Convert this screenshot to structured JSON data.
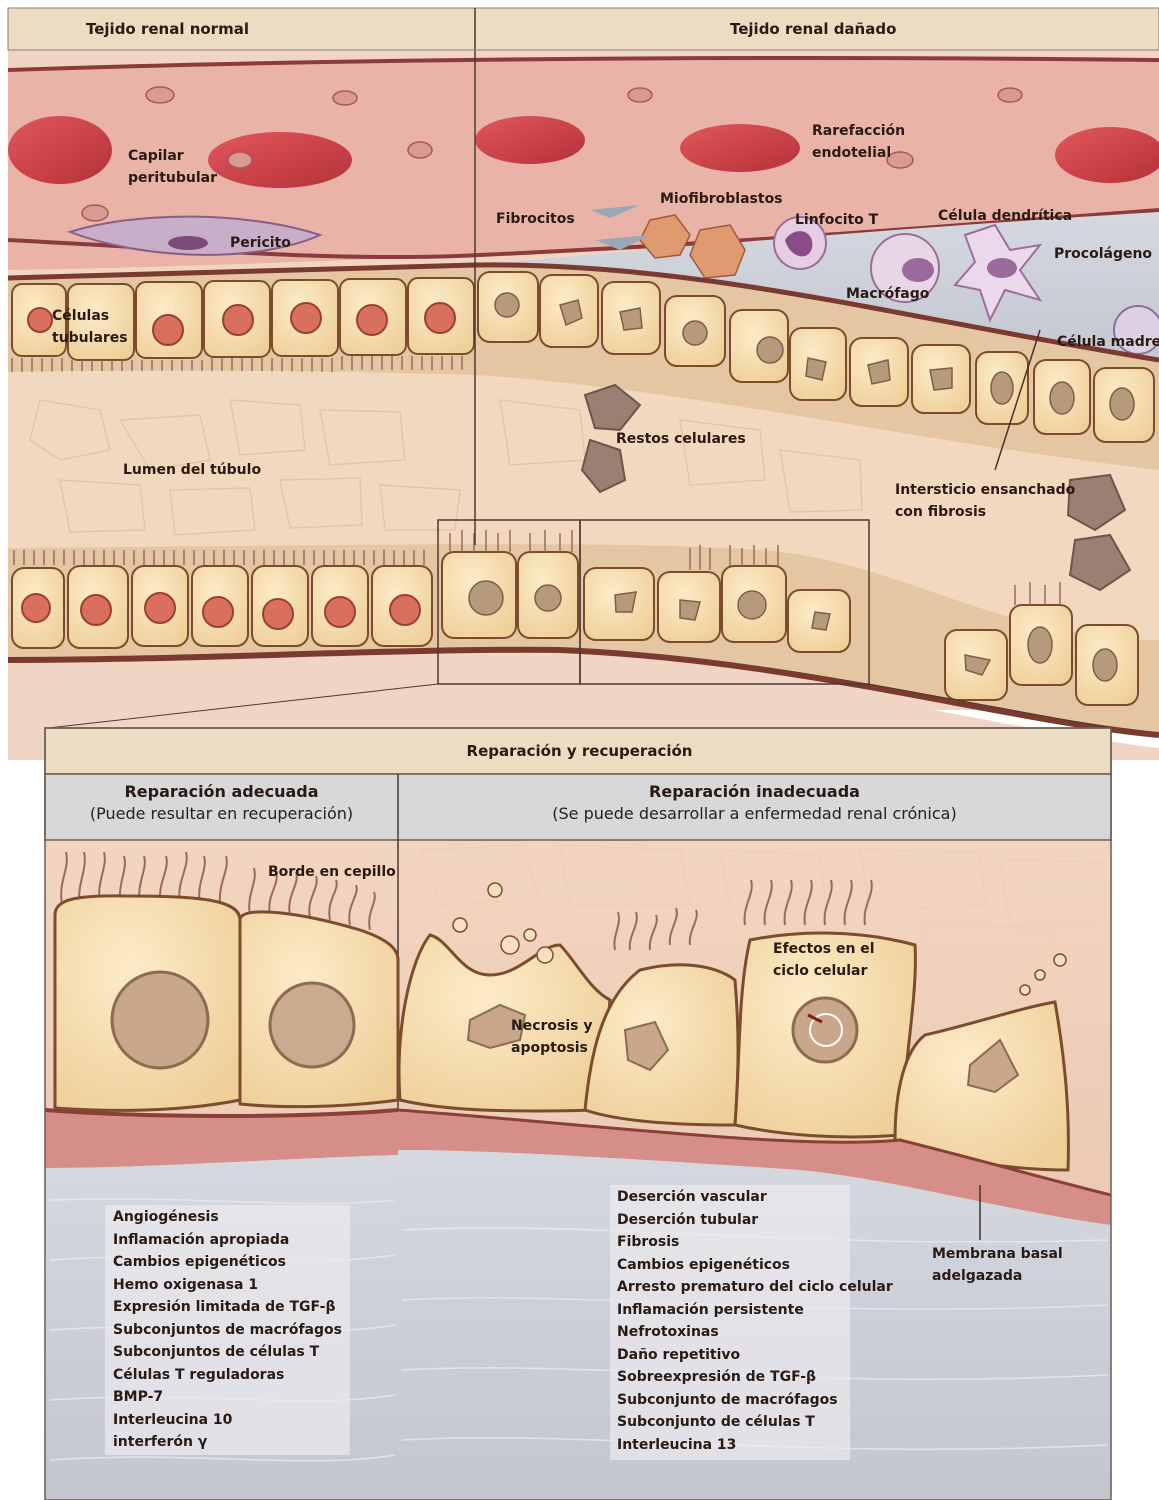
{
  "top": {
    "normal_title": "Tejido renal normal",
    "damaged_title": "Tejido renal dañado"
  },
  "labels": {
    "capilar": "Capilar\nperitubular",
    "pericito": "Pericito",
    "celulas_tubulares": "Células\ntubulares",
    "lumen": "Lumen del túbulo",
    "rarefaccion": "Rarefacción\nendotelial",
    "miofibroblastos": "Miofibroblastos",
    "fibrocitos": "Fibrocitos",
    "linfocito": "Linfocito T",
    "dendritica": "Célula dendrítica",
    "procolageno": "Procolágeno",
    "macrofago": "Macrófago",
    "celula_madre": "Célula madre",
    "restos": "Restos celulares",
    "intersticio": "Intersticio ensanchado\ncon fibrosis",
    "borde": "Borde en cepillo",
    "necrosis": "Necrosis y\napoptosis",
    "efectos": "Efectos en el\nciclo celular",
    "membrana": "Membrana basal\nadelgazada"
  },
  "repair": {
    "title": "Reparación y recuperación",
    "adequate_title": "Reparación adecuada",
    "adequate_sub": "(Puede resultar en recuperación)",
    "inadequate_title": "Reparación inadecuada",
    "inadequate_sub": "(Se puede desarrollar a enfermedad renal crónica)",
    "adequate_items": [
      "Angiogénesis",
      "Inflamación apropiada",
      "Cambios epigenéticos",
      "Hemo oxigenasa 1",
      "Expresión limitada de TGF-β",
      "Subconjuntos de macrófagos",
      "Subconjuntos de células T",
      "Células T reguladoras",
      "BMP-7",
      "Interleucina 10",
      "interferón γ"
    ],
    "inadequate_items": [
      "Deserción vascular",
      "Deserción tubular",
      "Fibrosis",
      "Cambios epigenéticos",
      "Arresto prematuro del ciclo celular",
      "Inflamación persistente",
      "Nefrotoxinas",
      "Daño repetitivo",
      "Sobreexpresión de  TGF-β",
      "Subconjunto de macrófagos",
      "Subconjunto de células T",
      "Interleucina 13"
    ]
  },
  "colors": {
    "header_band": "#ecdcc2",
    "cell_fill": "#f6dcaa",
    "nucleus_normal": "#d9705e",
    "nucleus_damaged": "#b7997c",
    "rbc": "#c94046",
    "lumen": "#f3d8c0",
    "interstitium": "#d7d9df"
  }
}
